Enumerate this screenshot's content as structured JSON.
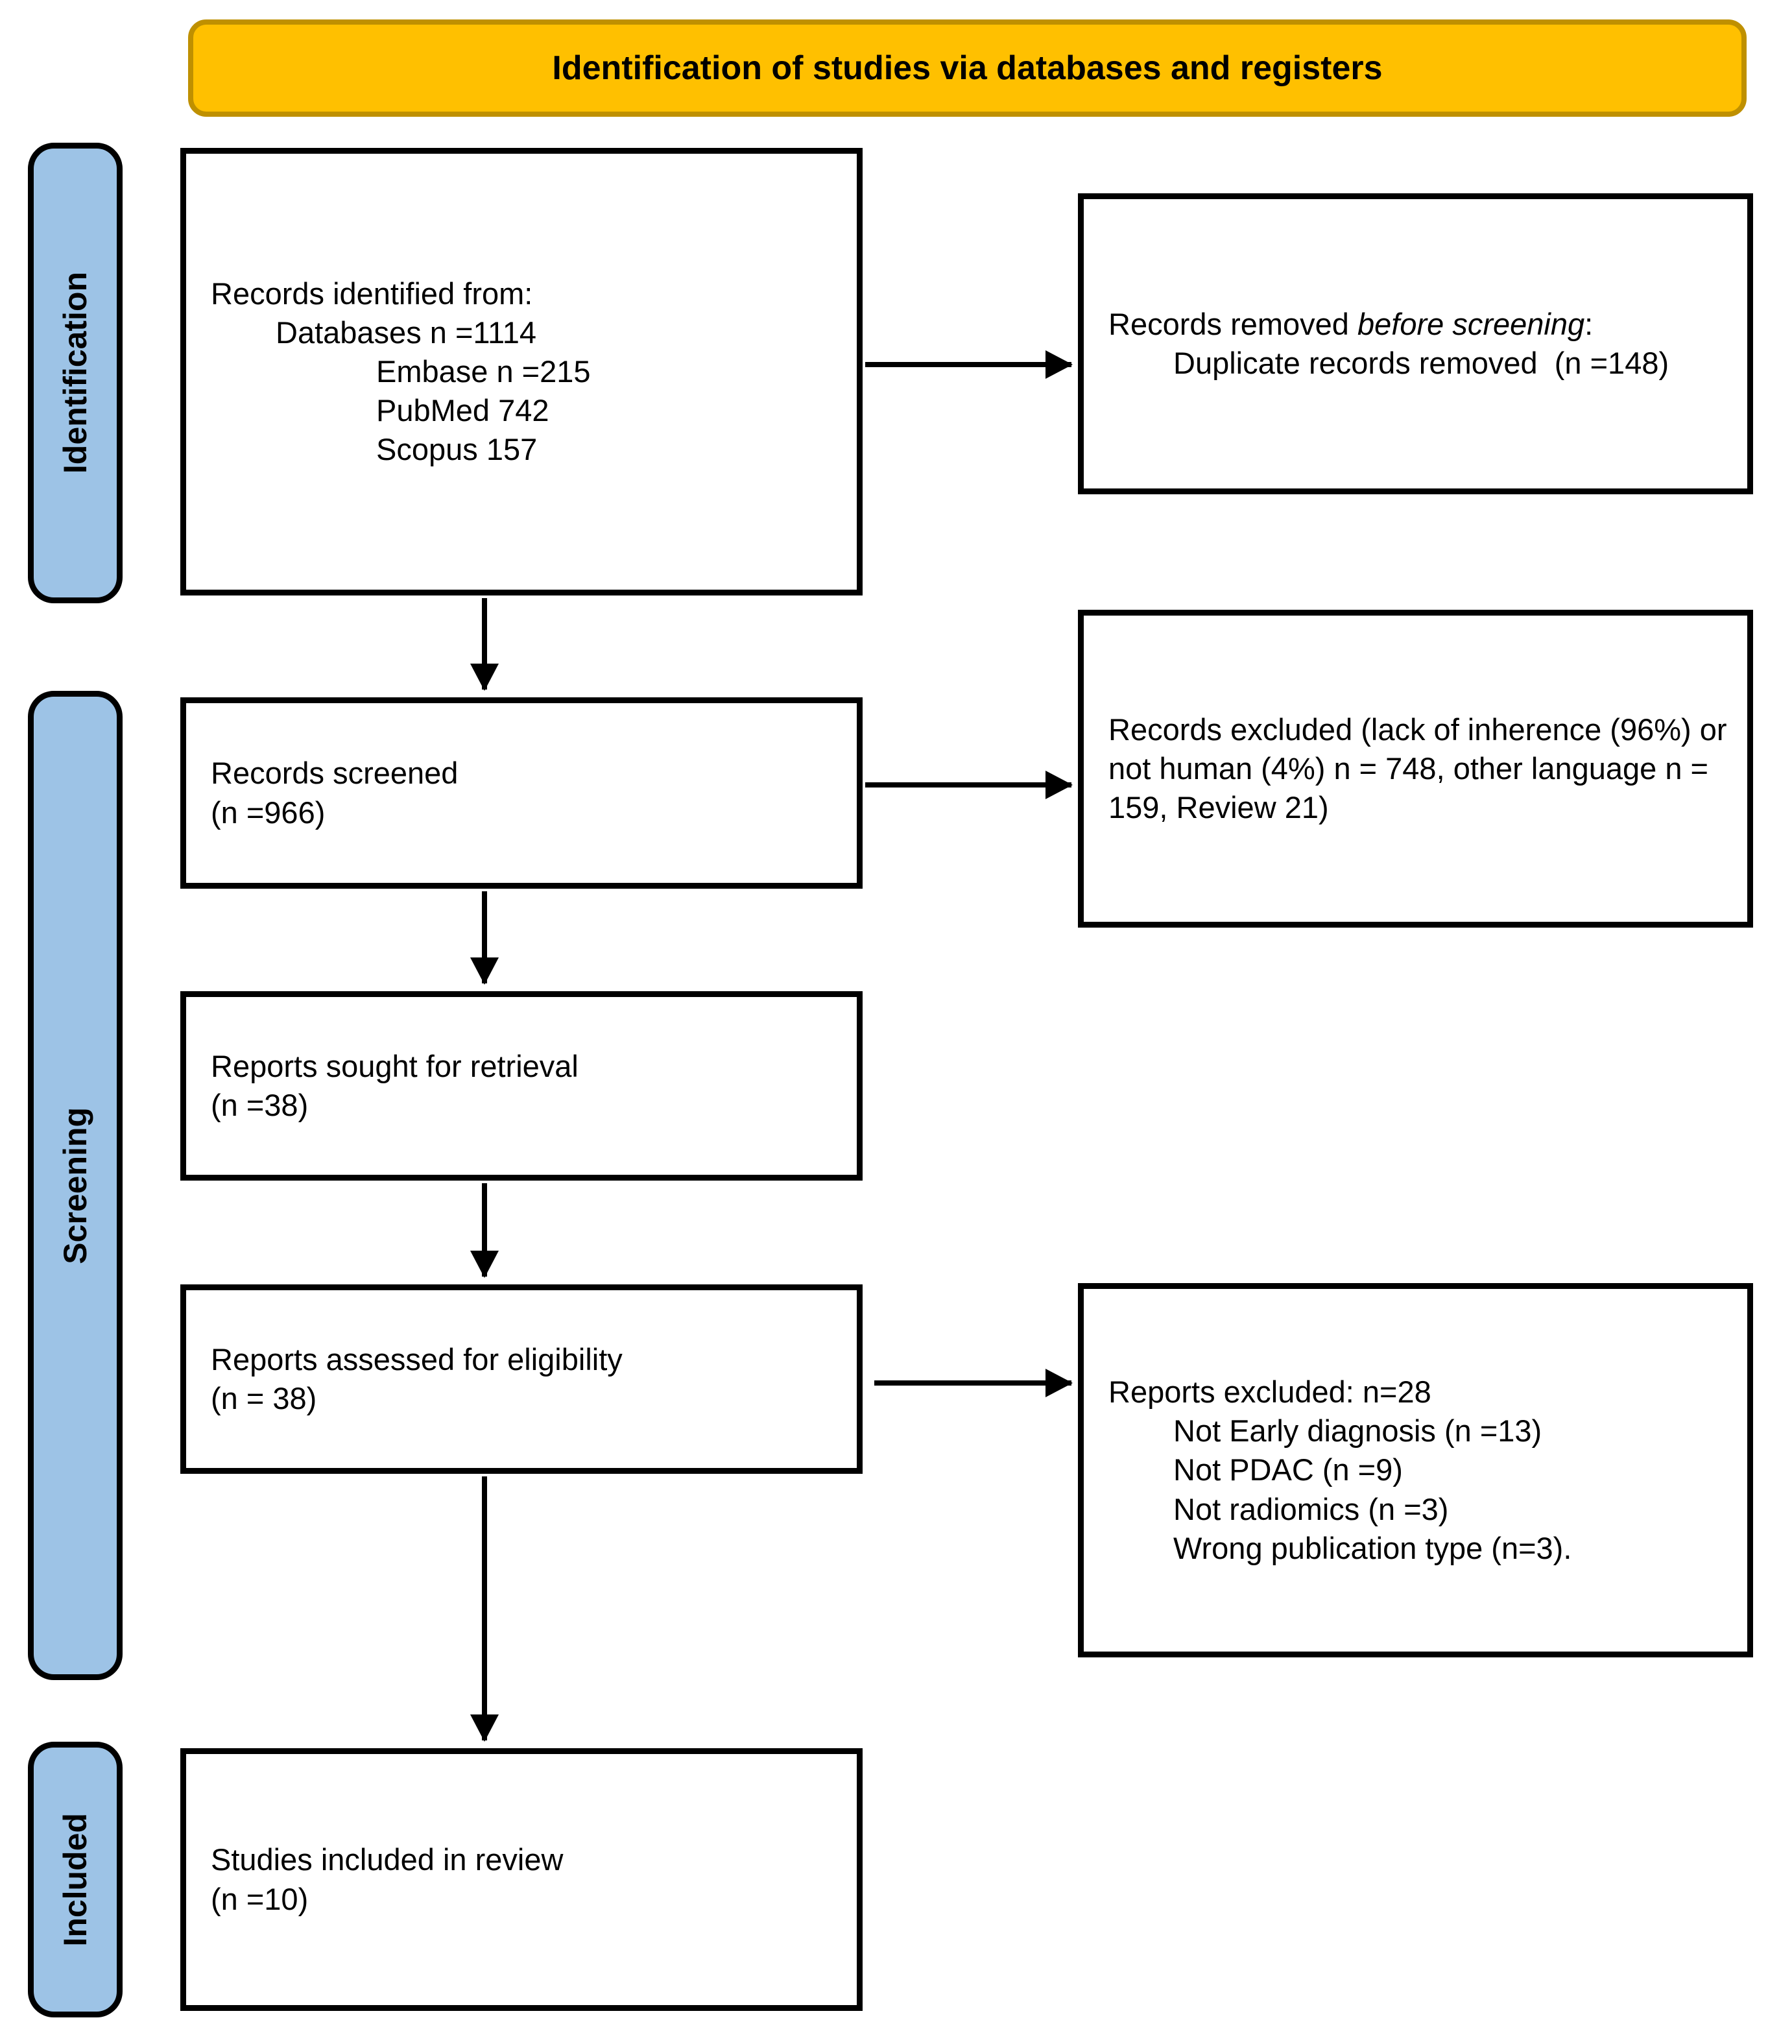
{
  "title": "Identification of studies via databases and registers",
  "sidebar": {
    "identification": "Identification",
    "screening": "Screening",
    "included": "Included"
  },
  "boxes": {
    "records_identified": {
      "lines": [
        "Records identified from:",
        "Databases n =1114",
        "Embase n =215",
        "PubMed 742",
        "Scopus 157"
      ]
    },
    "records_removed": {
      "prefix": "Records removed ",
      "italic": "before screening",
      "suffix": ":",
      "detail": "Duplicate records removed  (n =148)"
    },
    "records_screened": {
      "lines": [
        "Records screened",
        "(n =966)"
      ]
    },
    "records_excluded": {
      "text": "Records excluded (lack of inherence (96%) or not human (4%) n = 748, other language n = 159, Review 21)"
    },
    "reports_sought": {
      "lines": [
        "Reports sought for retrieval",
        "(n =38)"
      ]
    },
    "reports_assessed": {
      "lines": [
        "Reports assessed for eligibility",
        "(n = 38)"
      ]
    },
    "reports_excluded": {
      "lines": [
        "Reports excluded: n=28",
        "Not Early diagnosis (n =13)",
        "Not PDAC (n =9)",
        "Not radiomics (n =3)",
        "Wrong publication type (n=3)."
      ]
    },
    "studies_included": {
      "lines": [
        "Studies included in review",
        "(n =10)"
      ]
    }
  },
  "colors": {
    "banner_fill": "#FFC000",
    "banner_border": "#BF9000",
    "sidebar_fill": "#9DC3E6",
    "box_border": "#000000",
    "arrow": "#000000"
  }
}
